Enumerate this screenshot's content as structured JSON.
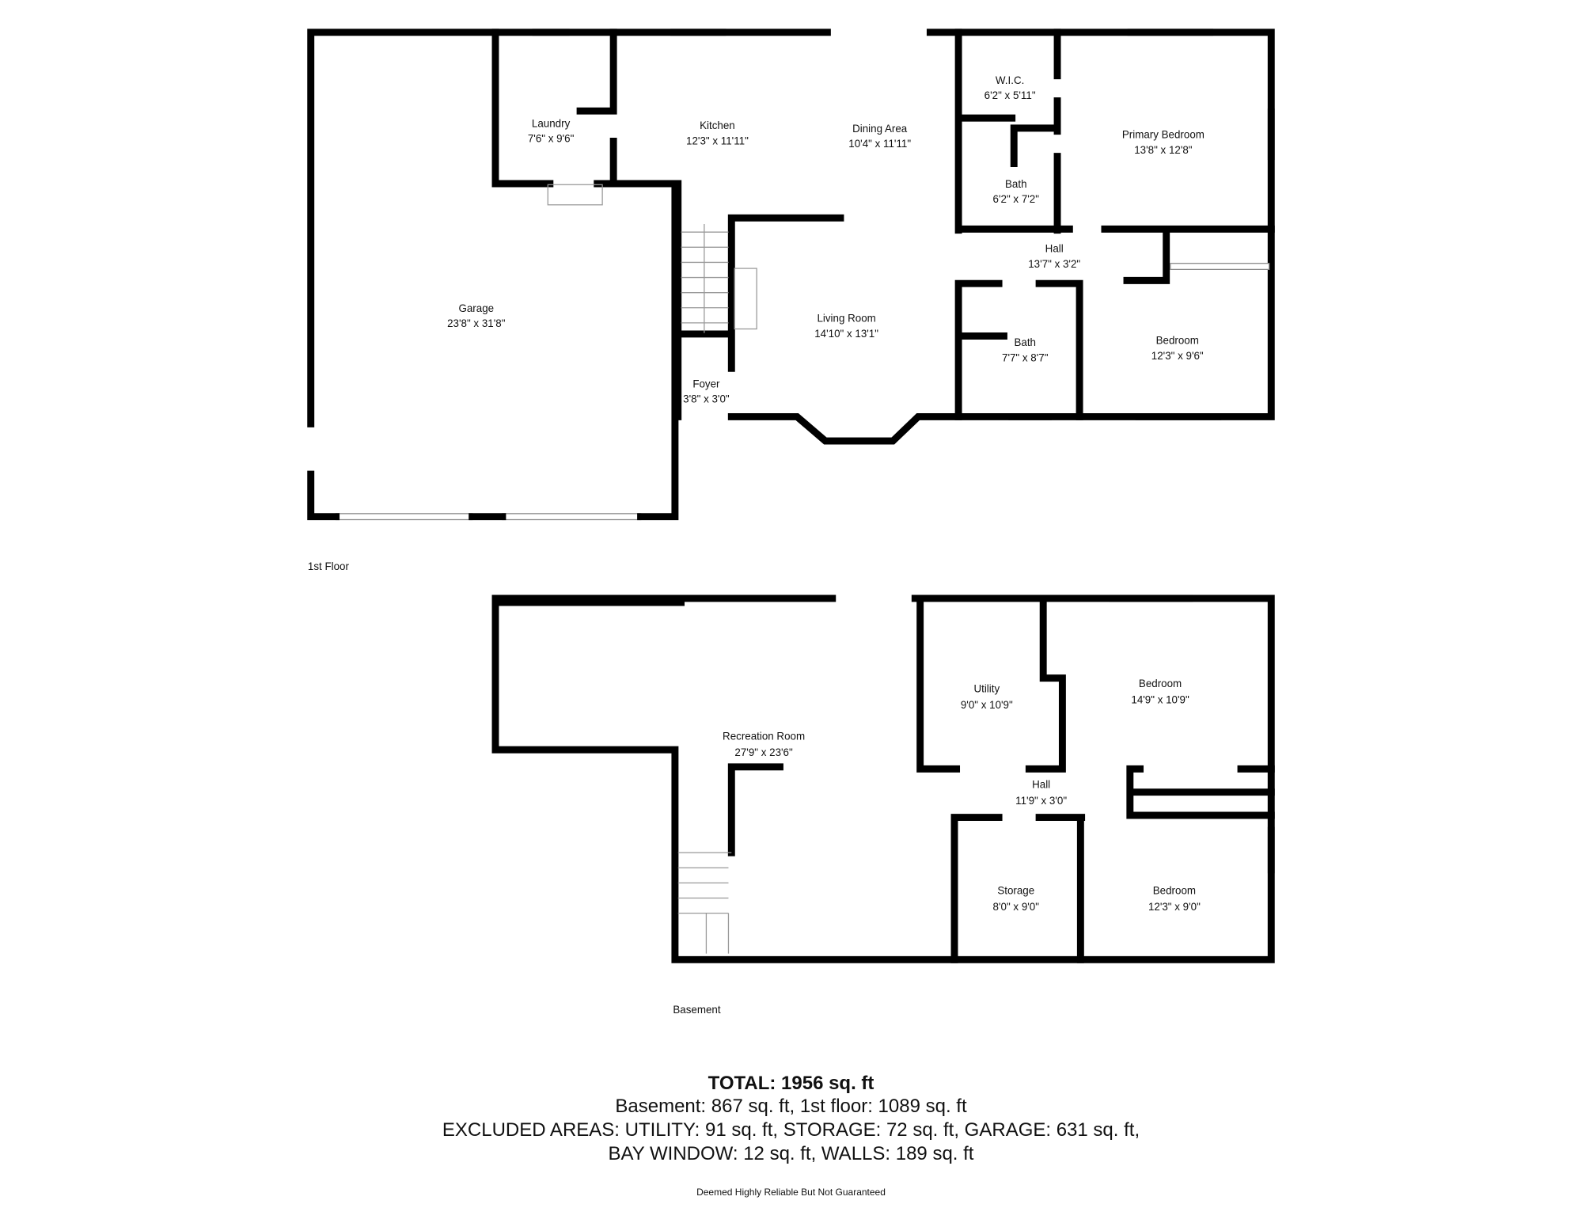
{
  "first_floor": {
    "label": "1st Floor",
    "rooms": [
      {
        "name": "Garage",
        "dims": "23'8\" x 31'8\""
      },
      {
        "name": "Laundry",
        "dims": "7'6\" x 9'6\""
      },
      {
        "name": "Kitchen",
        "dims": "12'3\" x 11'11\""
      },
      {
        "name": "Dining Area",
        "dims": "10'4\" x 11'11\""
      },
      {
        "name": "W.I.C.",
        "dims": "6'2\" x 5'11\""
      },
      {
        "name": "Primary Bedroom",
        "dims": "13'8\" x 12'8\""
      },
      {
        "name": "Bath",
        "dims": "6'2\" x 7'2\""
      },
      {
        "name": "Hall",
        "dims": "13'7\" x 3'2\""
      },
      {
        "name": "Living Room",
        "dims": "14'10\" x 13'1\""
      },
      {
        "name": "Foyer",
        "dims": "3'8\" x 3'0\""
      },
      {
        "name": "Bath",
        "dims": "7'7\" x 8'7\""
      },
      {
        "name": "Bedroom",
        "dims": "12'3\" x 9'6\""
      }
    ]
  },
  "basement": {
    "label": "Basement",
    "rooms": [
      {
        "name": "Recreation Room",
        "dims": "27'9\" x 23'6\""
      },
      {
        "name": "Utility",
        "dims": "9'0\" x 10'9\""
      },
      {
        "name": "Bedroom",
        "dims": "14'9\" x 10'9\""
      },
      {
        "name": "Hall",
        "dims": "11'9\" x 3'0\""
      },
      {
        "name": "Storage",
        "dims": "8'0\" x 9'0\""
      },
      {
        "name": "Bedroom",
        "dims": "12'3\" x 9'0\""
      }
    ]
  },
  "summary": {
    "total": "TOTAL: 1956 sq. ft",
    "line1": "Basement: 867 sq. ft, 1st floor: 1089 sq. ft",
    "line2": "EXCLUDED AREAS: UTILITY: 91 sq. ft, STORAGE: 72 sq. ft, GARAGE: 631 sq. ft,",
    "line3": "BAY WINDOW: 12 sq. ft, WALLS: 189 sq. ft",
    "disclaimer": "Deemed Highly Reliable But Not Guaranteed"
  }
}
